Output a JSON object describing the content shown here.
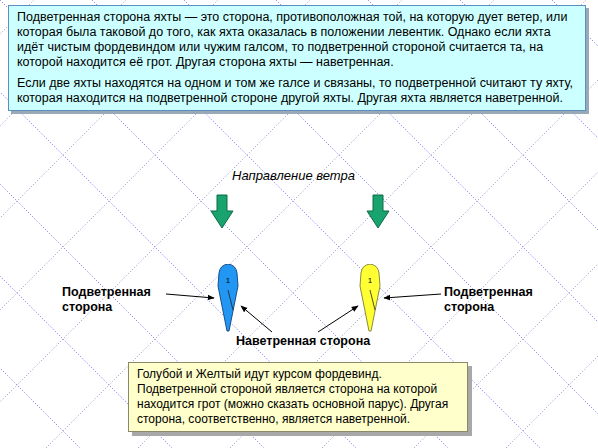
{
  "diagram": {
    "nodes": [
      {
        "text": [
          "Подветренная сторона яхты — это сторона, противоположная той, на которую дует ветер, или которая была таковой до того, как яхта оказалась в положении левентик. Однако если яхта идёт чистым фордевиндом или чужим галсом, то подветренной стороной считается та, на которой находится её грот. Другая сторона яхты — наветренная.",
          "Если две яхты находятся на одном и том же галсе и связаны, то подветренной считают ту яхту, которая находится на подветренной стороне другой яхты. Другая яхта является наветренной."
        ]
      },
      {
        "text": [
          "1"
        ]
      },
      {
        "text": [
          "1"
        ]
      },
      {
        "text": [
          "Голубой и Желтый идут курсом фордевинд. Подветренной стороной является сторона на которой находится грот (можно сказать основной парус). Другая сторона, соответственно, является наветренной."
        ]
      }
    ],
    "labels": [
      "Направление ветра",
      "Подветренная сторона",
      "Подветренная сторона",
      "Наветренная сторона"
    ]
  }
}
